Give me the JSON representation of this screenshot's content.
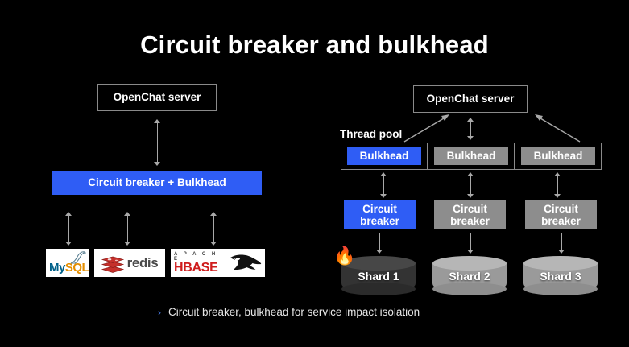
{
  "slide": {
    "title": "Circuit breaker and bulkhead",
    "background_color": "#000000",
    "accent_blue": "#2f5df5",
    "gray_fill": "#8d8d8d",
    "border_gray": "#8a8a8a"
  },
  "left_diagram": {
    "server": {
      "label": "OpenChat server"
    },
    "middle": {
      "label": "Circuit breaker + Bulkhead"
    },
    "datastores": [
      {
        "name": "mysql-logo",
        "text_primary": "My",
        "text_secondary": "SQL",
        "alt": "MySQL"
      },
      {
        "name": "redis-logo",
        "text": "redis",
        "alt": "Redis"
      },
      {
        "name": "hbase-logo",
        "text_top": "A P A C H E",
        "text_main": "HBASE",
        "alt": "Apache HBase"
      }
    ]
  },
  "right_diagram": {
    "server": {
      "label": "OpenChat server"
    },
    "thread_pool_label": "Thread pool",
    "columns": [
      {
        "bulkhead": "Bulkhead",
        "circuit_breaker": "Circuit\nbreaker",
        "circuit_breaker_line1": "Circuit",
        "circuit_breaker_line2": "breaker",
        "shard": "Shard 1",
        "state": "failed",
        "color": "#2f5df5",
        "shard_color": "#333333",
        "flame": "🔥"
      },
      {
        "bulkhead": "Bulkhead",
        "circuit_breaker_line1": "Circuit",
        "circuit_breaker_line2": "breaker",
        "shard": "Shard 2",
        "state": "healthy",
        "color": "#8d8d8d",
        "shard_color": "#9a9a9a",
        "flame": ""
      },
      {
        "bulkhead": "Bulkhead",
        "circuit_breaker_line1": "Circuit",
        "circuit_breaker_line2": "breaker",
        "shard": "Shard 3",
        "state": "healthy",
        "color": "#8d8d8d",
        "shard_color": "#9a9a9a",
        "flame": ""
      }
    ]
  },
  "caption": {
    "bullet": "›",
    "text": "Circuit breaker, bulkhead for service impact isolation"
  }
}
